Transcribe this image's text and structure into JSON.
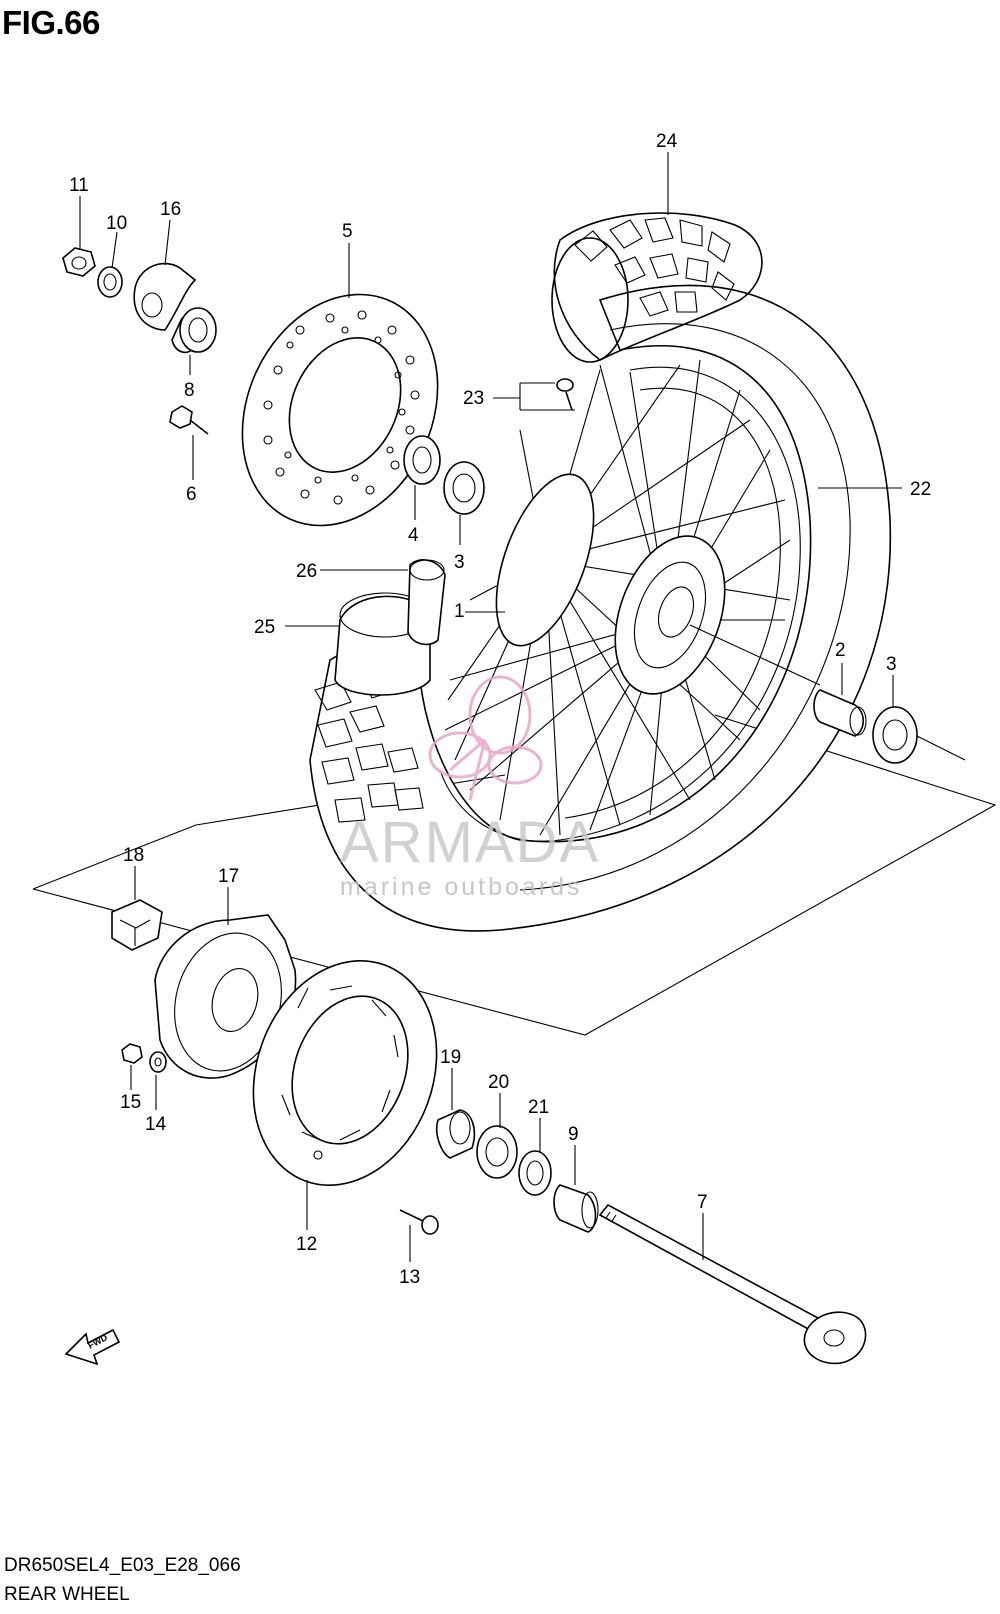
{
  "figure": {
    "title": "FIG.66"
  },
  "footer": {
    "code": "DR650SEL4_E03_E28_066",
    "name": "REAR WHEEL"
  },
  "watermark": {
    "brand": "ARMADA",
    "tagline": "marine outboards",
    "color": "#e8a6c8"
  },
  "fwd_label": "FWD",
  "callouts": [
    {
      "number": "1"
    },
    {
      "number": "2"
    },
    {
      "number": "3"
    },
    {
      "number": "3"
    },
    {
      "number": "4"
    },
    {
      "number": "5"
    },
    {
      "number": "6"
    },
    {
      "number": "7"
    },
    {
      "number": "8"
    },
    {
      "number": "9"
    },
    {
      "number": "10"
    },
    {
      "number": "11"
    },
    {
      "number": "12"
    },
    {
      "number": "13"
    },
    {
      "number": "14"
    },
    {
      "number": "15"
    },
    {
      "number": "16"
    },
    {
      "number": "17"
    },
    {
      "number": "18"
    },
    {
      "number": "19"
    },
    {
      "number": "20"
    },
    {
      "number": "21"
    },
    {
      "number": "22"
    },
    {
      "number": "23"
    },
    {
      "number": "24"
    },
    {
      "number": "25"
    },
    {
      "number": "26"
    }
  ]
}
